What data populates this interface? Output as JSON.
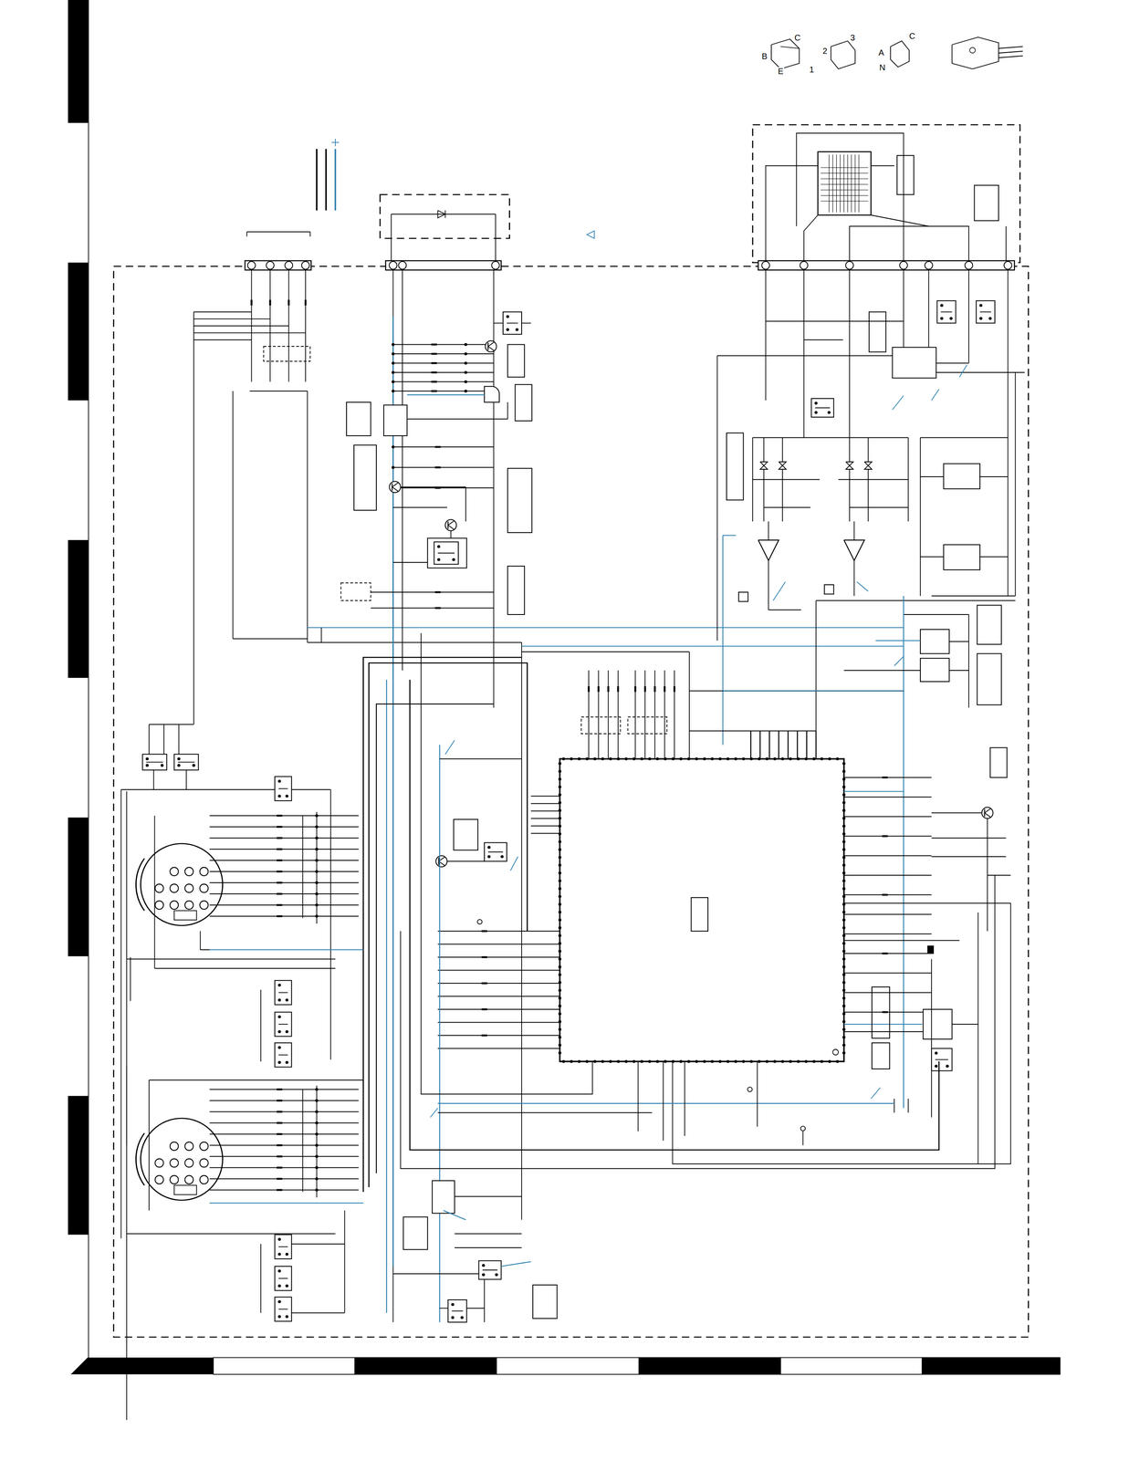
{
  "diagram": {
    "labels": [
      "B",
      "C",
      "E",
      "2",
      "1",
      "3",
      "A",
      "N",
      "C"
    ]
  }
}
